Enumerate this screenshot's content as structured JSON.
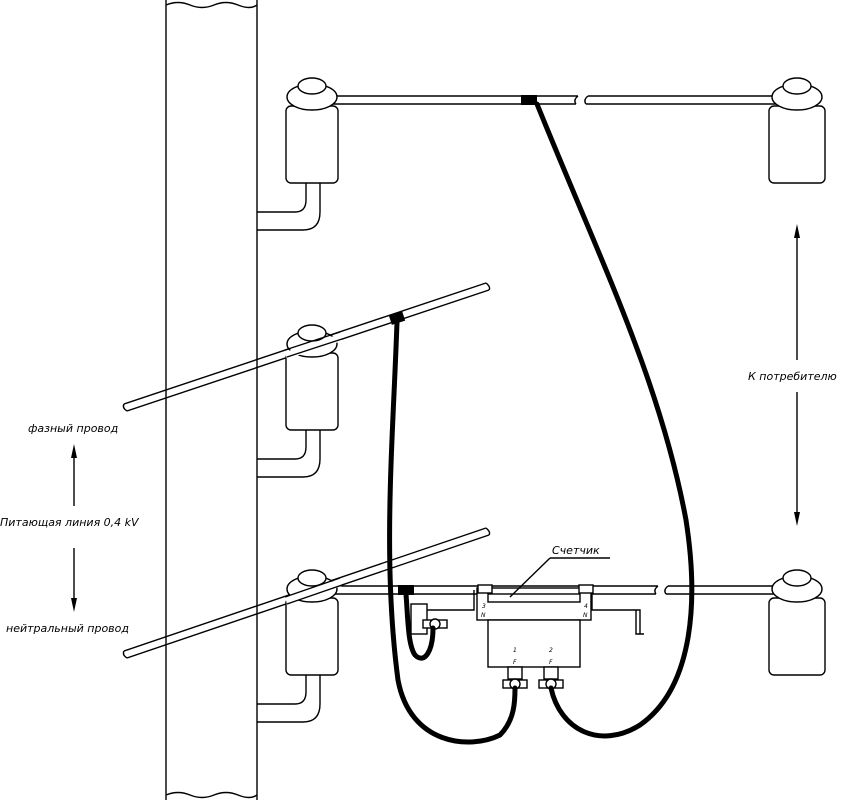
{
  "labels": {
    "phase_wire": "фазный провод",
    "supply_line": "Питающая линия 0,4 kV",
    "neutral_wire": "нейтральный провод",
    "to_consumer": "К потребителю",
    "meter": "Счетчик"
  },
  "terminals": {
    "t3": "3",
    "t4": "4",
    "tn_left": "N",
    "tn_right": "N",
    "t1": "1",
    "t2": "2",
    "tf_left": "F",
    "tf_right": "F"
  }
}
